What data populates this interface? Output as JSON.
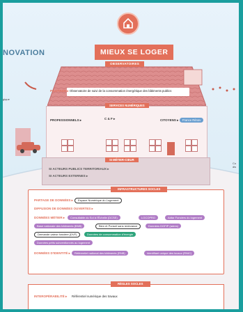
{
  "header": {
    "left_title": "NOVATION",
    "main_title": "MIEUX SE LOGER"
  },
  "roof": {
    "tag": "OBSERVATOIRES",
    "pilotage_label": "PILOTAGE ▸",
    "pilotage_item": "Observatoire de suivi de la consommation énergétique des bâtiments publics"
  },
  "facade": {
    "tag": "SERVICES NUMÉRIQUES",
    "professionnels": "PROFESSIONNELS ▸",
    "caf": "C & F ▸",
    "citoyens": "CITOYENS ▸",
    "citoyens_pill": "France Rénov"
  },
  "base": {
    "tag": "SI MÉTIER-CŒUR",
    "line1": "SI ACTEURS PUBLICS TERRITORIAUX ▸",
    "line2": "SI ACTEURS EXTERNES ▸"
  },
  "infra": {
    "tag": "INFRASTRUCTURES SOCLES",
    "partage_label": "PARTAGE DE DONNÉES ▸",
    "partage_chip": "Espace Numérique du Logement",
    "diffusion_label": "DIFFUSION DE DONNÉES OUVERTES ▸",
    "donnees_metier_label": "DONNÉES MÉTIER ▸",
    "metier_chips": [
      "Consultable du Sol à l'Échelle (DCSE)",
      "LOCOPRO",
      "Adtar Fonciers du logement",
      "Base nationale des bâtiments (BNB)",
      "Bien et Ponset sans redevance",
      "Données DGFIP (adres)",
      "Demande valeur foncière (DVF)",
      "Données de consommation d'énergie",
      "Données prêts subventionnés au logement"
    ],
    "identite_label": "DONNÉES D'IDENTITÉ ▸",
    "identite_chips": [
      "Référentiel national des bâtiments (RNB)",
      "Identifiant unique des locaux (RNIC)"
    ]
  },
  "regles": {
    "tag": "RÈGLES SOCLES",
    "interop_label": "INTEROPÉRABILITÉ ▸",
    "interop_item": "Référentiel numérique des travaux"
  },
  "side": {
    "left_text": "gique",
    "right_text": "Co dis"
  },
  "colors": {
    "accent": "#e3705a",
    "frame": "#1a9e9e",
    "purple_chip": "#b07cc6",
    "green_chip": "#2ea47c",
    "roof": "#d98a8a"
  }
}
